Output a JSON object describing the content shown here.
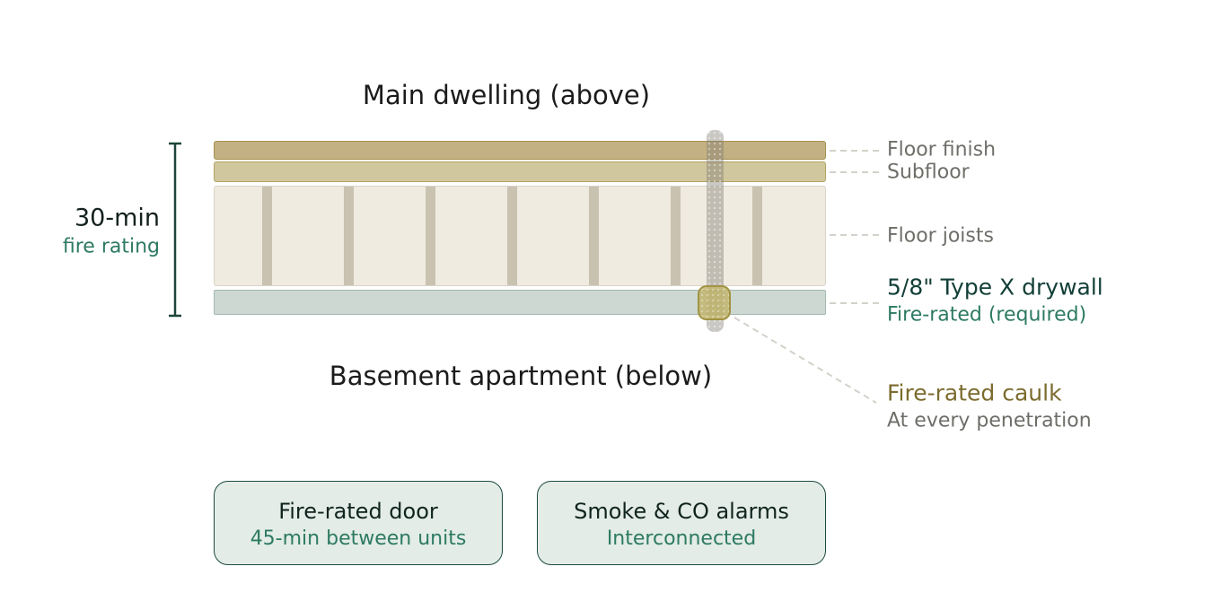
{
  "canvas": {
    "background": "#ffffff"
  },
  "titles": {
    "above": "Main dwelling (above)",
    "below": "Basement apartment (below)"
  },
  "fire_rating": {
    "value": "30-min",
    "caption": "fire rating",
    "bracket_color": "#1c453b"
  },
  "assembly": {
    "layers": {
      "floor_finish": {
        "label": "Floor finish",
        "fill": "#c3b183",
        "border": "#a6914f"
      },
      "subfloor": {
        "label": "Subfloor",
        "fill": "#d1c79e",
        "border": "#b2a360"
      },
      "joists": {
        "label": "Floor joists",
        "fill": "#f0ebe0",
        "border": "#d9d4c7",
        "joist_fill": "#c9c2b1",
        "count": 7
      },
      "drywall": {
        "label": "5/8\" Type X drywall",
        "sublabel": "Fire-rated (required)",
        "fill": "#cdd8d2",
        "border": "#a4b9b0"
      }
    },
    "penetration": {
      "pipe_color": "#807c73",
      "caulk_label": "Fire-rated caulk",
      "caulk_sublabel": "At every penetration",
      "caulk_fill": "#c1b46a",
      "caulk_border": "#a29344"
    }
  },
  "text_colors": {
    "dark": "#1b1b1b",
    "teal_dark": "#123f37",
    "teal": "#2d7a63",
    "olive": "#7c6b2e",
    "gray": "#6e6e69",
    "leader_line": "#d2d2ca"
  },
  "cards": [
    {
      "title": "Fire-rated door",
      "subtitle": "45-min between units"
    },
    {
      "title": "Smoke & CO alarms",
      "subtitle": "Interconnected"
    }
  ],
  "card_style": {
    "fill": "#e3ece6",
    "border": "#1d4a40"
  }
}
